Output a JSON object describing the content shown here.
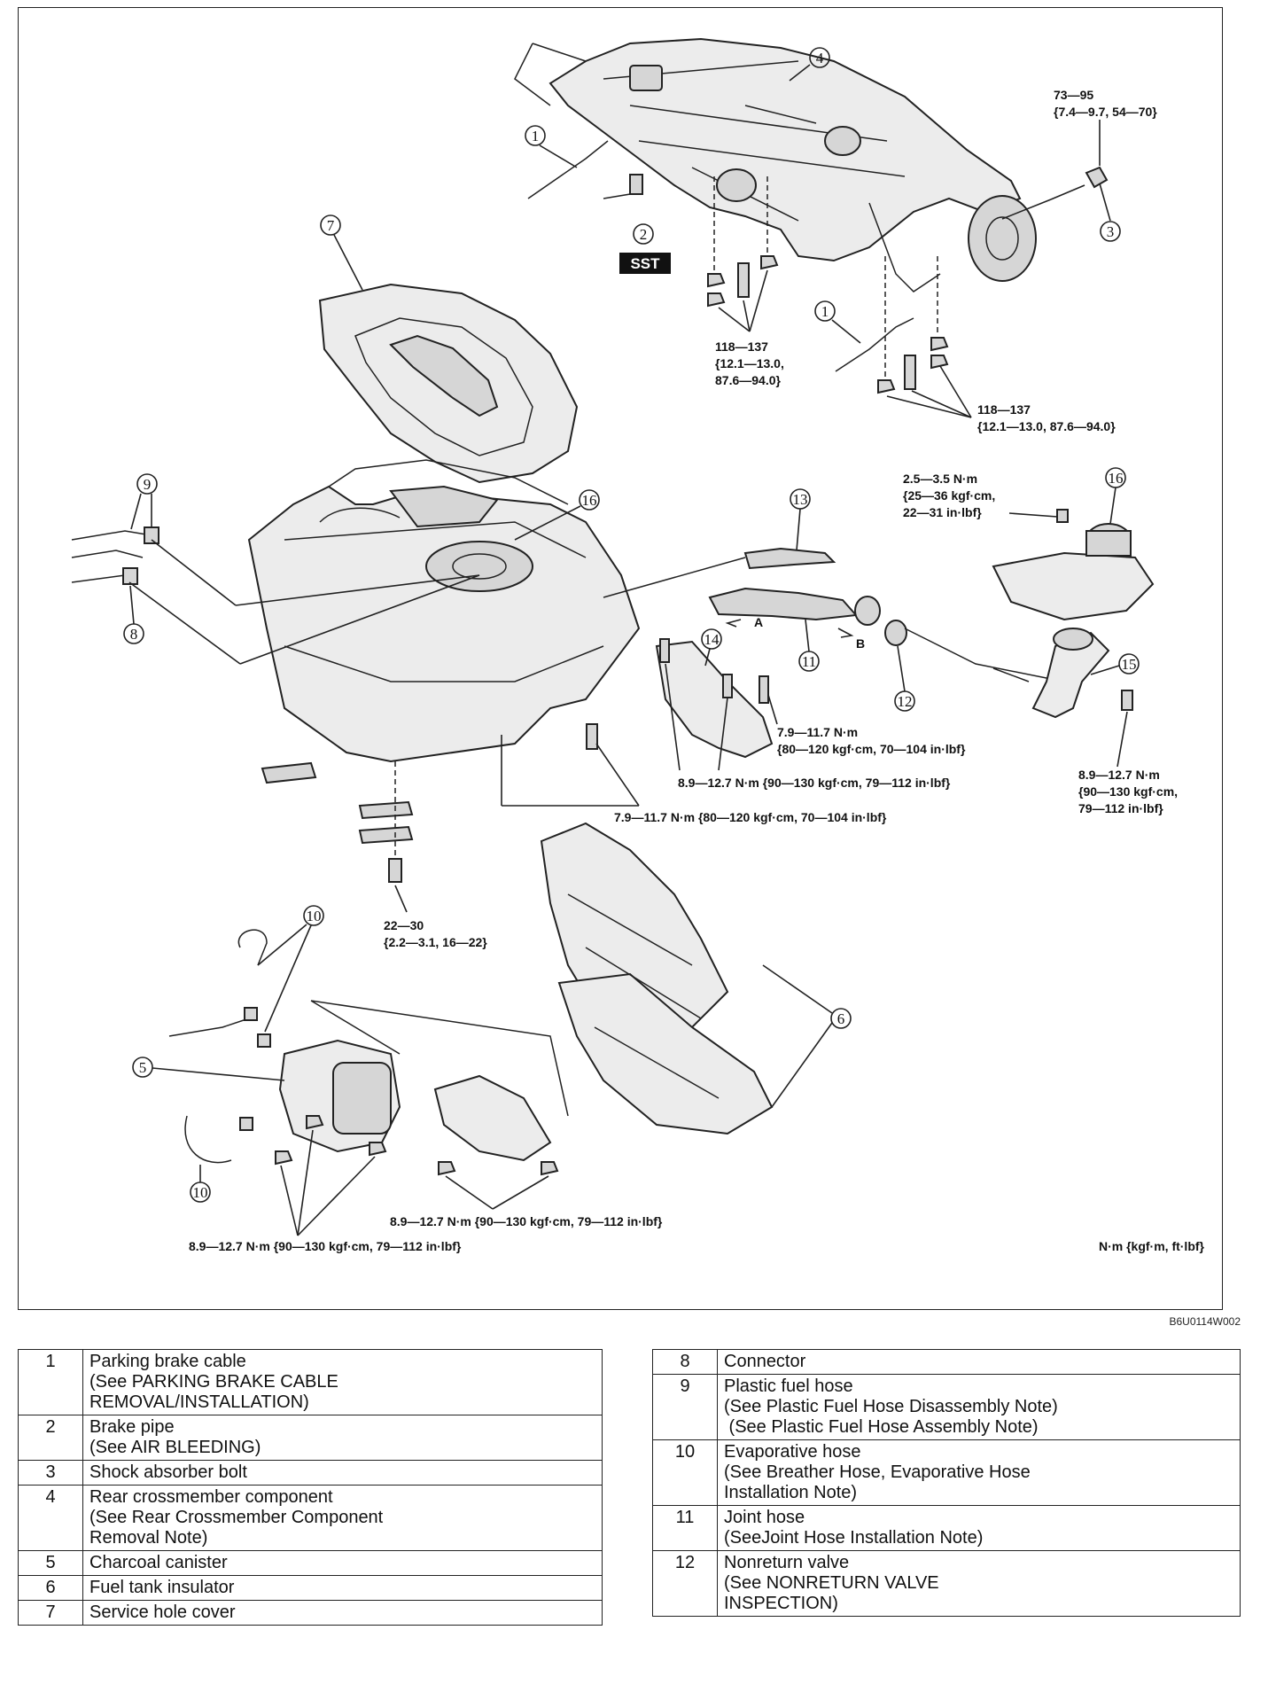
{
  "diagram": {
    "callouts": [
      "1",
      "2",
      "3",
      "4",
      "5",
      "6",
      "7",
      "8",
      "9",
      "10",
      "11",
      "12",
      "13",
      "14",
      "15",
      "16"
    ],
    "sst_label": "SST",
    "hose_labels": {
      "a": "A",
      "b": "B"
    },
    "torque": {
      "shock_bolt_l1": "73—95",
      "shock_bolt_l2": "{7.4—9.7, 54—70}",
      "crossmember_left_l1": "118—137",
      "crossmember_left_l2": "{12.1—13.0,",
      "crossmember_left_l3": "87.6—94.0}",
      "crossmember_right_l1": "118—137",
      "crossmember_right_l2": "{12.1—13.0, 87.6—94.0}",
      "pump_unit_l1": "2.5—3.5 N·m",
      "pump_unit_l2": "{25—36 kgf·cm,",
      "pump_unit_l3": "22—31 in·lbf}",
      "bracket_l1": "7.9—11.7 N·m",
      "bracket_l2": "{80—120 kgf·cm, 70—104 in·lbf}",
      "bracket_mid": "8.9—12.7 N·m {90—130 kgf·cm, 79—112 in·lbf}",
      "tank_strap": "7.9—11.7 N·m {80—120 kgf·cm, 70—104 in·lbf}",
      "filler_l1": "8.9—12.7 N·m",
      "filler_l2": "{90—130 kgf·cm,",
      "filler_l3": "79—112 in·lbf}",
      "tank_band_l1": "22—30",
      "tank_band_l2": "{2.2—3.1, 16—22}",
      "insulator": "8.9—12.7 N·m {90—130 kgf·cm, 79—112 in·lbf}",
      "canister": "8.9—12.7 N·m {90—130 kgf·cm, 79—112 in·lbf}"
    },
    "units": "N·m {kgf·m, ft·lbf}",
    "figure_code": "B6U0114W002"
  },
  "parts_left": [
    {
      "num": "1",
      "name": "Parking brake cable",
      "refs": [
        "(See PARKING BRAKE CABLE",
        "REMOVAL/INSTALLATION)"
      ]
    },
    {
      "num": "2",
      "name": "Brake pipe",
      "refs": [
        "(See AIR BLEEDING)"
      ]
    },
    {
      "num": "3",
      "name": "Shock absorber bolt",
      "refs": []
    },
    {
      "num": "4",
      "name": "Rear crossmember component",
      "refs": [
        "(See Rear Crossmember Component",
        "Removal Note)"
      ]
    },
    {
      "num": "5",
      "name": "Charcoal canister",
      "refs": []
    },
    {
      "num": "6",
      "name": "Fuel tank insulator",
      "refs": []
    },
    {
      "num": "7",
      "name": "Service hole cover",
      "refs": []
    }
  ],
  "parts_right": [
    {
      "num": "8",
      "name": "Connector",
      "refs": []
    },
    {
      "num": "9",
      "name": "Plastic fuel hose",
      "refs": [
        "(See Plastic Fuel Hose Disassembly Note)",
        " (See Plastic Fuel Hose Assembly Note)"
      ]
    },
    {
      "num": "10",
      "name": "Evaporative hose",
      "refs": [
        "(See Breather Hose, Evaporative Hose",
        "Installation Note)"
      ]
    },
    {
      "num": "11",
      "name": "Joint hose",
      "refs": [
        "(SeeJoint Hose Installation Note)"
      ]
    },
    {
      "num": "12",
      "name": "Nonreturn valve",
      "refs": [
        "(See NONRETURN VALVE",
        "INSPECTION)"
      ]
    }
  ]
}
